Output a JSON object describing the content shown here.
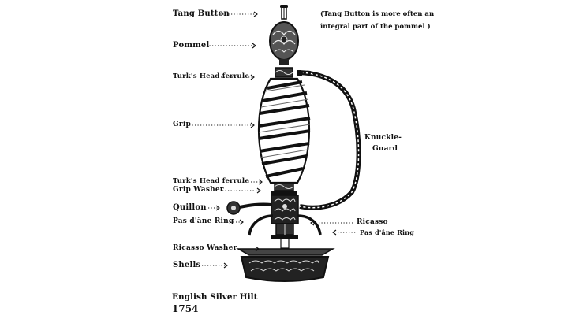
{
  "labels": {
    "tang_button": "Tang Button",
    "pommel": "Pommel",
    "turks_head_top": "Turk's Head ferrule",
    "grip": "Grip",
    "turks_head_bottom": "Turk's Head ferrule",
    "grip_washer": "Grip Washer",
    "quillon": "Quillon",
    "pas_dane_left": "Pas d'âne Ring",
    "ricasso_washer": "Ricasso Washer",
    "shells": "Shells",
    "knuckle_guard_1": "Knuckle-",
    "knuckle_guard_2": "Guard",
    "ricasso": "Ricasso",
    "pas_dane_right": "Pas d'âne Ring"
  },
  "note": {
    "line1": "(Tang Button is more often an",
    "line2": "integral part of the pommel )"
  },
  "caption": {
    "title": "English Silver Hilt",
    "year": "1754"
  },
  "colors": {
    "ink": "#111111",
    "paper": "#ffffff"
  }
}
